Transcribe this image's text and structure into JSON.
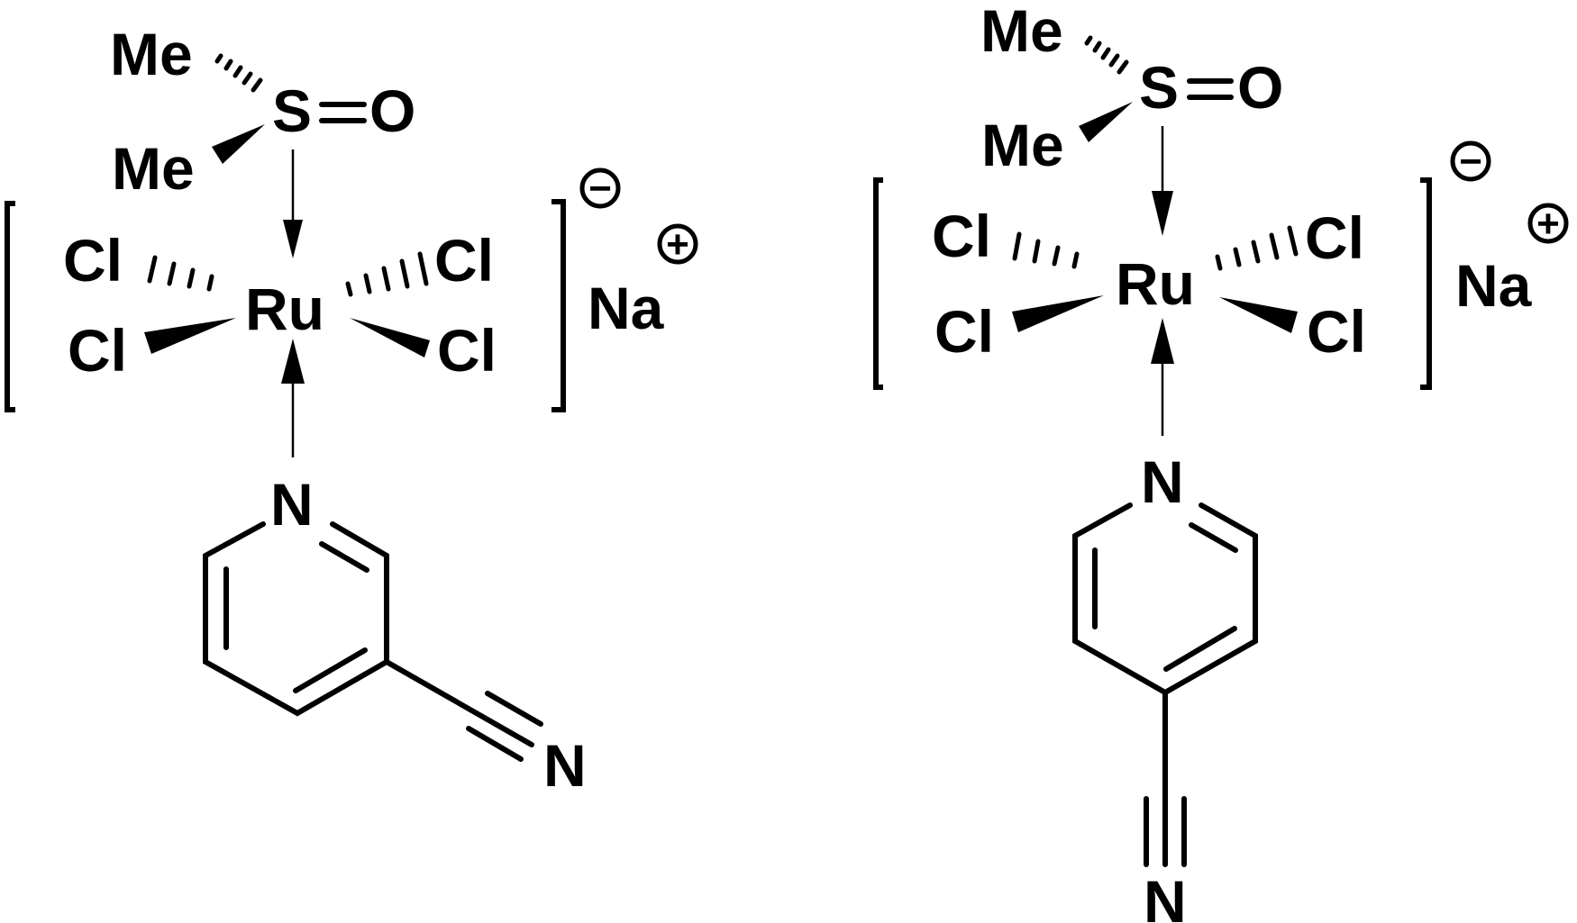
{
  "structures": [
    {
      "labels": {
        "me_top": "Me",
        "me_bottom": "Me",
        "s": "S",
        "o": "O",
        "ru": "Ru",
        "cl_upper_left": "Cl",
        "cl_lower_left": "Cl",
        "cl_upper_right": "Cl",
        "cl_lower_right": "Cl",
        "n_pyridine": "N",
        "n_nitrile": "N",
        "counterion": "Na"
      },
      "charges": {
        "complex": "−",
        "counterion": "+"
      }
    },
    {
      "labels": {
        "me_top": "Me",
        "me_bottom": "Me",
        "s": "S",
        "o": "O",
        "ru": "Ru",
        "cl_upper_left": "Cl",
        "cl_lower_left": "Cl",
        "cl_upper_right": "Cl",
        "cl_lower_right": "Cl",
        "n_pyridine": "N",
        "n_nitrile": "N",
        "counterion": "Na"
      },
      "charges": {
        "complex": "−",
        "counterion": "+"
      }
    }
  ],
  "style": {
    "ink": "#000000",
    "background": "#ffffff"
  }
}
